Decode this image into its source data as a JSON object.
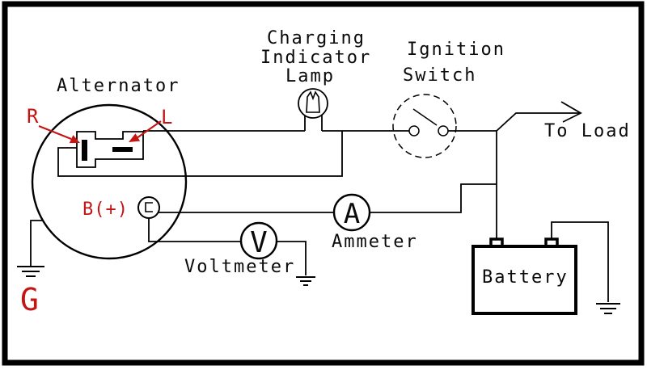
{
  "colors": {
    "line": "#000000",
    "accent_red": "#c41414",
    "background": "#ffffff"
  },
  "labels": {
    "alternator": "Alternator",
    "charging_lamp": [
      "Charging",
      "Indicator",
      "Lamp"
    ],
    "ignition_switch": [
      "Ignition",
      "Switch"
    ],
    "to_load": "To Load",
    "ammeter": "Ammeter",
    "voltmeter": "Voltmeter",
    "battery": "Battery"
  },
  "terminals": {
    "r": "R",
    "l": "L",
    "b_plus": "B(+)",
    "ground": "G"
  },
  "meters": {
    "ammeter_symbol": "A",
    "voltmeter_symbol": "V"
  }
}
